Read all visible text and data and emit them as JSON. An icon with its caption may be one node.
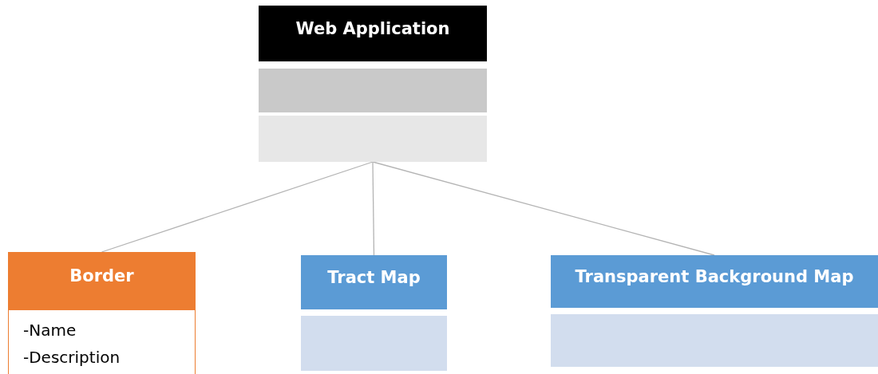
{
  "diagram": {
    "nodes": [
      {
        "text": [
          "Web Application"
        ]
      },
      {
        "text": [],
        "shape": "box"
      },
      {
        "text": [],
        "shape": "box"
      },
      {
        "text": [
          "Border"
        ]
      },
      {
        "text": [
          "-Name",
          "-Description"
        ]
      },
      {
        "text": [
          "Tract Map"
        ]
      },
      {
        "text": [],
        "shape": "box"
      },
      {
        "text": [
          "Transparent Background Map"
        ]
      },
      {
        "text": [],
        "shape": "box"
      }
    ],
    "edges": [
      {
        "from": 2,
        "to": 3,
        "arrow": "none"
      },
      {
        "from": 2,
        "to": 5,
        "arrow": "none"
      },
      {
        "from": 2,
        "to": 7,
        "arrow": "none"
      }
    ]
  }
}
